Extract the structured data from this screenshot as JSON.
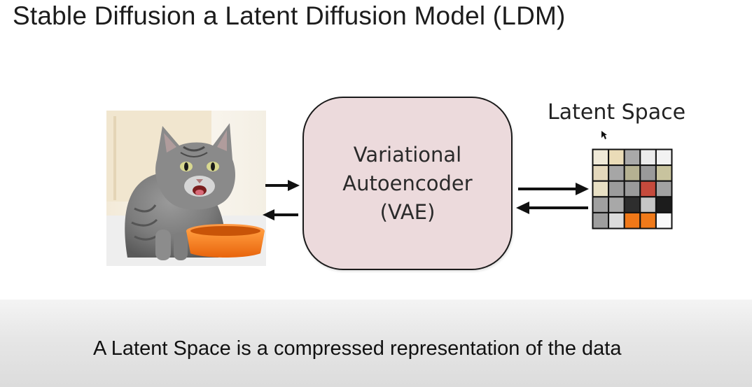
{
  "slide": {
    "title": "Stable Diffusion a Latent Diffusion Model (LDM)",
    "caption": "A Latent Space is a compressed representation of the data"
  },
  "diagram": {
    "vae_lines": [
      "Variational",
      "Autoencoder",
      "(VAE)"
    ],
    "latent_label": "Latent Space",
    "latent_grid_colors": [
      [
        "#f0ead8",
        "#eadcb8",
        "#a9a9a9",
        "#ececec",
        "#f2f2f2"
      ],
      [
        "#e4d8bc",
        "#a6a6a6",
        "#b5b192",
        "#9a9a9a",
        "#c8c39e"
      ],
      [
        "#e8e0c4",
        "#9c9c9c",
        "#9a9a9a",
        "#c64a3c",
        "#a2a2a2"
      ],
      [
        "#a0a0a0",
        "#a8a8a8",
        "#2e2e2e",
        "#c6c6c6",
        "#1c1c1c"
      ],
      [
        "#9e9e9e",
        "#dcdcdc",
        "#f07818",
        "#f07a1a",
        "#fafafa"
      ]
    ]
  },
  "colors": {
    "vae_fill": "#ecdadc",
    "stroke": "#1a1a1a",
    "bowl": "#f57c20"
  }
}
